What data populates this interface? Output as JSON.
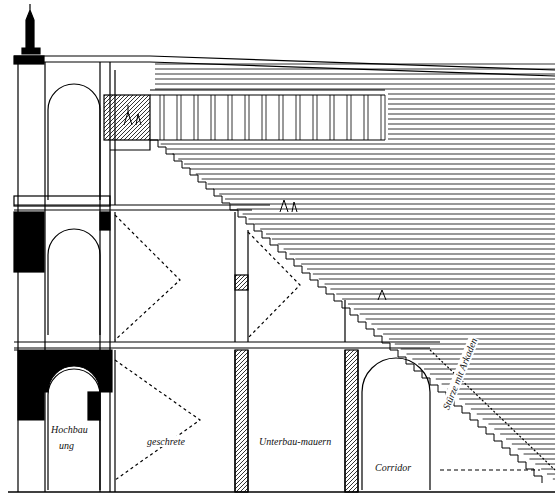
{
  "diagram": {
    "labels": [
      "Hochbau",
      "ung",
      "geschrete",
      "Unterbau-mauern",
      "Corridor",
      "Stürze mit Arkaden"
    ]
  }
}
